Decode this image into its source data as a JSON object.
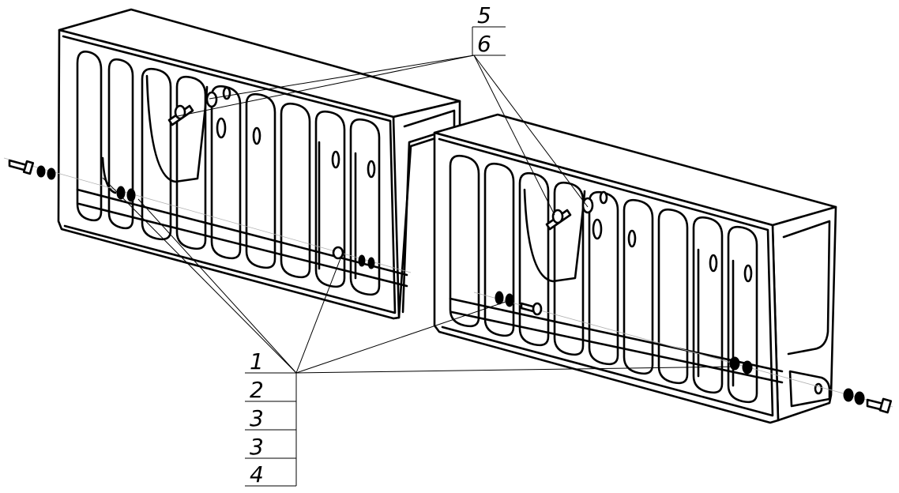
{
  "callouts_left": [
    "1",
    "2",
    "3",
    "3",
    "4"
  ],
  "callouts_top": [
    "5",
    "6"
  ],
  "colors": {
    "ink": "#000000",
    "paper": "#ffffff"
  }
}
